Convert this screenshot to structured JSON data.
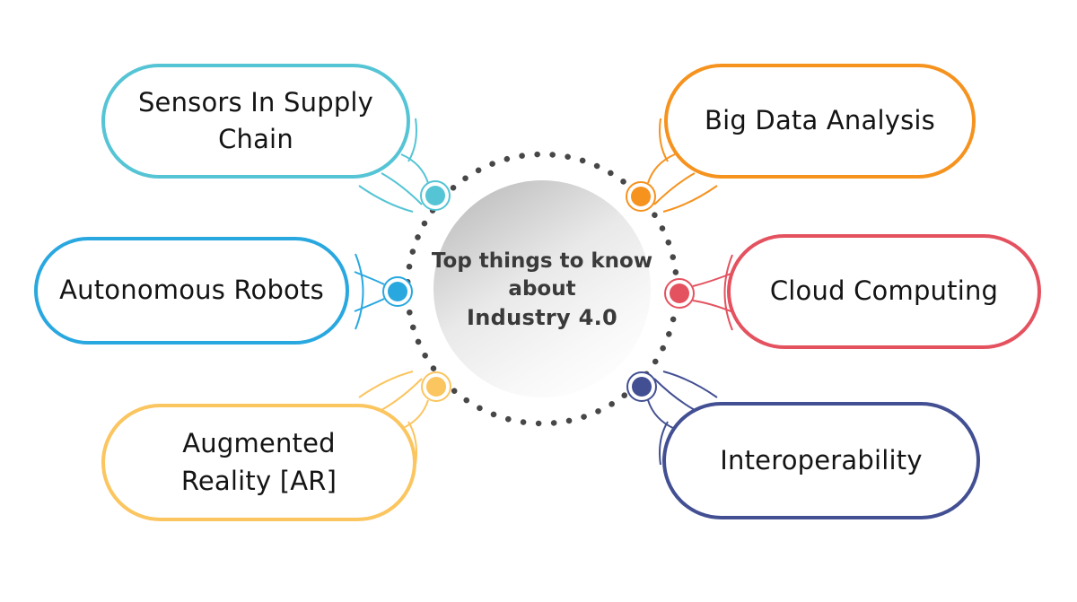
{
  "center": {
    "heading": "Top things to know\nabout",
    "title": "Industry 4.0"
  },
  "bubbles": [
    {
      "id": "sensors-in-supply-chain",
      "label": "Sensors In Supply\nChain",
      "color": "#55C4D5"
    },
    {
      "id": "big-data-analysis",
      "label": "Big Data Analysis",
      "color": "#F6921E"
    },
    {
      "id": "autonomous-robots",
      "label": "Autonomous Robots",
      "color": "#29A8E0"
    },
    {
      "id": "cloud-computing",
      "label": "Cloud Computing",
      "color": "#E4525F"
    },
    {
      "id": "augmented-reality-ar",
      "label": "Augmented\nReality [AR]",
      "color": "#FBC55F"
    },
    {
      "id": "interoperability",
      "label": "Interoperability",
      "color": "#424F92"
    }
  ],
  "palette": {
    "dotted_ring": "#474747",
    "bubble_text": "#141414",
    "center_text": "#3A3A3A",
    "background": "#FFFFFF"
  }
}
